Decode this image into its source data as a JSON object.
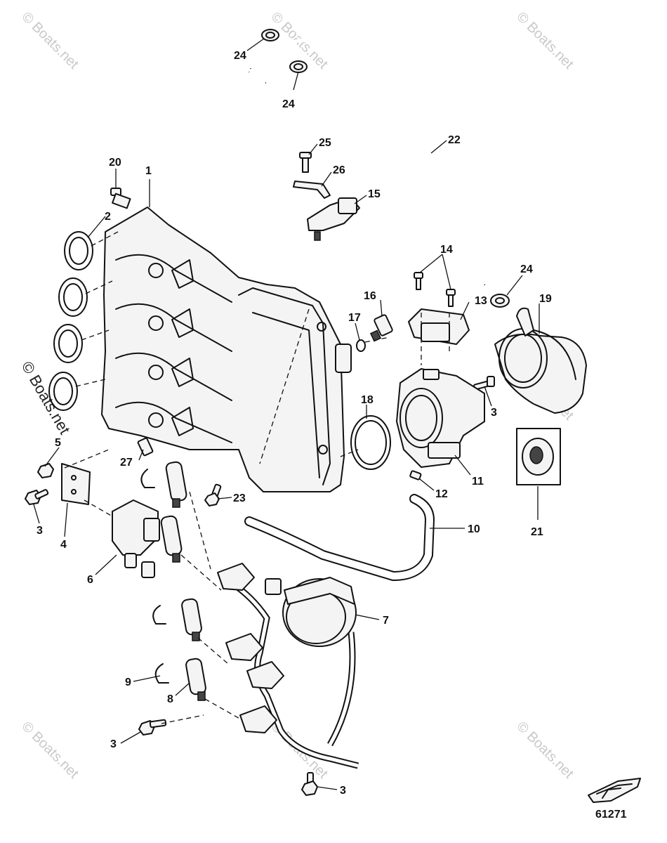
{
  "diagram": {
    "figure_number": "61271",
    "watermark": "© Boats.net",
    "callouts": [
      {
        "id": "c-24a",
        "text": "24"
      },
      {
        "id": "c-24b",
        "text": "24"
      },
      {
        "id": "c-22",
        "text": "22"
      },
      {
        "id": "c-25",
        "text": "25"
      },
      {
        "id": "c-26",
        "text": "26"
      },
      {
        "id": "c-15",
        "text": "15"
      },
      {
        "id": "c-20",
        "text": "20"
      },
      {
        "id": "c-1",
        "text": "1"
      },
      {
        "id": "c-2",
        "text": "2"
      },
      {
        "id": "c-14",
        "text": "14"
      },
      {
        "id": "c-24c",
        "text": "24"
      },
      {
        "id": "c-16",
        "text": "16"
      },
      {
        "id": "c-17",
        "text": "17"
      },
      {
        "id": "c-13",
        "text": "13"
      },
      {
        "id": "c-19",
        "text": "19"
      },
      {
        "id": "c-18",
        "text": "18"
      },
      {
        "id": "c-3a",
        "text": "3"
      },
      {
        "id": "c-5",
        "text": "5"
      },
      {
        "id": "c-27",
        "text": "27"
      },
      {
        "id": "c-23",
        "text": "23"
      },
      {
        "id": "c-11",
        "text": "11"
      },
      {
        "id": "c-12",
        "text": "12"
      },
      {
        "id": "c-21",
        "text": "21"
      },
      {
        "id": "c-10",
        "text": "10"
      },
      {
        "id": "c-3b",
        "text": "3"
      },
      {
        "id": "c-4",
        "text": "4"
      },
      {
        "id": "c-6",
        "text": "6"
      },
      {
        "id": "c-7",
        "text": "7"
      },
      {
        "id": "c-9",
        "text": "9"
      },
      {
        "id": "c-8",
        "text": "8"
      },
      {
        "id": "c-3c",
        "text": "3"
      },
      {
        "id": "c-3d",
        "text": "3"
      }
    ]
  }
}
